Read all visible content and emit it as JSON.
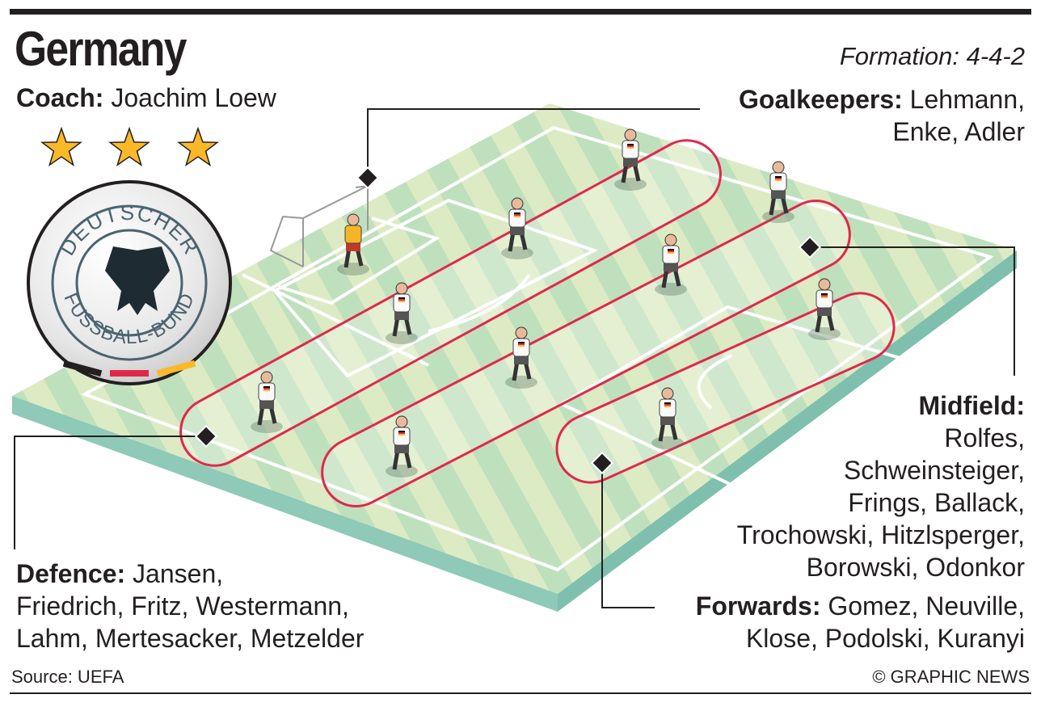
{
  "header": {
    "title": "Germany",
    "formation": "Formation: 4-4-2",
    "coach_label": "Coach:",
    "coach_name": "Joachim Loew",
    "stars": 3
  },
  "badge": {
    "text_top": "DEUTSCHER",
    "text_bottom": "FUSSBALL-BUND"
  },
  "groups": {
    "goalkeepers": {
      "label": "Goalkeepers:",
      "line1": "Lehmann,",
      "line2": "Enke, Adler"
    },
    "defence": {
      "label": "Defence:",
      "line1": "Jansen,",
      "line2": "Friedrich, Fritz, Westermann,",
      "line3": "Lahm, Mertesacker, Metzelder"
    },
    "midfield": {
      "label": "Midfield:",
      "line1": "Rolfes,",
      "line2": "Schweinsteiger,",
      "line3": "Frings, Ballack,",
      "line4": "Trochowski, Hitzlsperger,",
      "line5": "Borowski, Odonkor"
    },
    "forwards": {
      "label": "Forwards:",
      "line1": "Gomez, Neuville,",
      "line2": "Klose, Podolski, Kuranyi"
    }
  },
  "footer": {
    "source": "Source: UEFA",
    "credit": "© GRAPHIC NEWS"
  },
  "colors": {
    "pitch_light": "#dcebc4",
    "pitch_dark": "#b8dcb9",
    "edge": "#7fbfae",
    "lane": "#e0284a",
    "star": "#fbb829",
    "text": "#231f20"
  }
}
